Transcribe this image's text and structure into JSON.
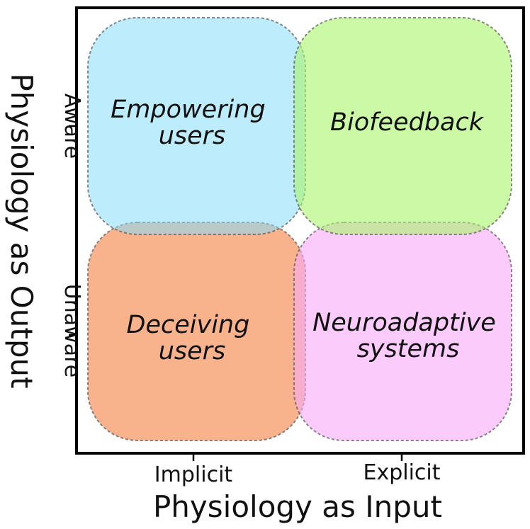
{
  "axes": {
    "x_title": "Physiology as Input",
    "y_title": "Physiology as Output",
    "x_ticks": [
      "Implicit",
      "Explicit"
    ],
    "y_ticks": [
      "Aware",
      "Unaware"
    ]
  },
  "quadrants": {
    "top_left": {
      "lines": [
        "Empowering",
        "users"
      ],
      "color": "#87dcfa"
    },
    "top_right": {
      "lines": [
        "Biofeedback"
      ],
      "color": "#a8f56a"
    },
    "bottom_left": {
      "lines": [
        "Deceiving",
        "users"
      ],
      "color": "#f6a070"
    },
    "bottom_right": {
      "lines": [
        "Neuroadaptive",
        "systems"
      ],
      "color": "#f9a8f9"
    }
  }
}
